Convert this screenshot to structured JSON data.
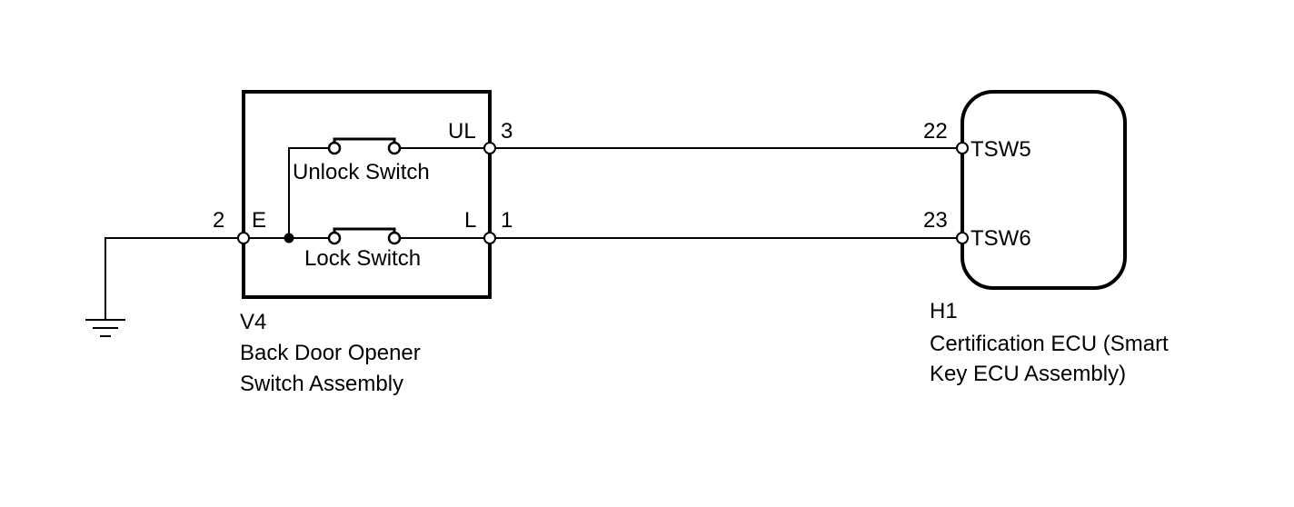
{
  "switch_assembly": {
    "code": "V4",
    "name_line1": "Back Door Opener",
    "name_line2": "Switch Assembly",
    "unlock_switch_label": "Unlock Switch",
    "lock_switch_label": "Lock Switch",
    "pins": {
      "ul_name": "UL",
      "ul_number": "3",
      "e_name": "E",
      "e_number": "2",
      "l_name": "L",
      "l_number": "1"
    }
  },
  "ecu": {
    "code": "H1",
    "name_line1": "Certification ECU (Smart",
    "name_line2": "Key ECU Assembly)",
    "pins": {
      "tsw5_name": "TSW5",
      "tsw5_number": "22",
      "tsw6_name": "TSW6",
      "tsw6_number": "23"
    }
  }
}
